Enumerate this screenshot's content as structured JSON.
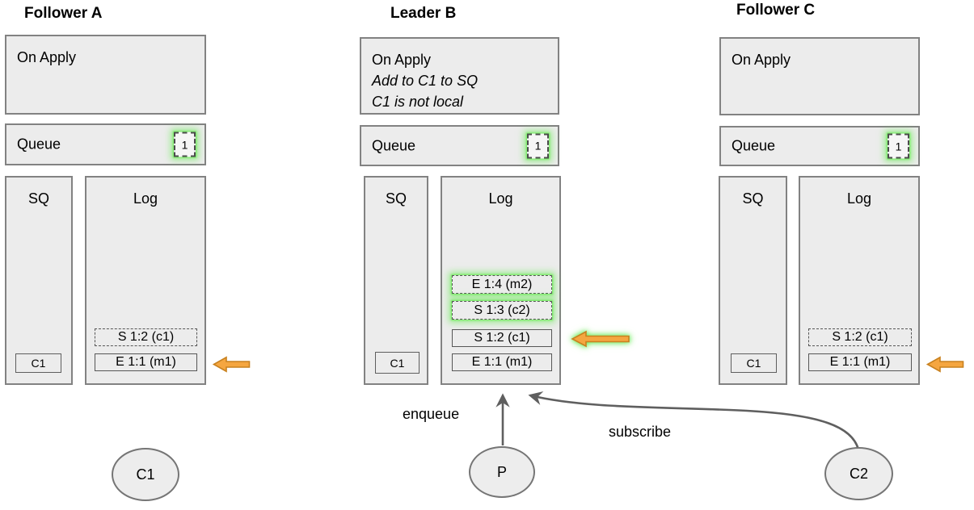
{
  "palette": {
    "box_fill": "#ececec",
    "box_border": "#828282",
    "entry_border": "#565656",
    "glow_green": "#6eeb5a",
    "arrow_orange_fill": "#f5a640",
    "arrow_orange_border": "#c8811f",
    "wire_gray": "#5f5f5f"
  },
  "columns": [
    {
      "title": "Follower A",
      "on_apply": {
        "lines": [
          "On Apply"
        ]
      },
      "queue": {
        "label": "Queue",
        "count": "1"
      },
      "sq": {
        "label": "SQ",
        "item": "C1"
      },
      "log": {
        "label": "Log",
        "entries": [
          {
            "text": "S 1:2 (c1)",
            "border": "dashed",
            "glow": false
          },
          {
            "text": "E 1:1 (m1)",
            "border": "solid",
            "glow": false
          }
        ]
      },
      "pointer": {
        "icon": "orange-arrow-left",
        "glow": false,
        "points_at": "E 1:1 (m1)"
      }
    },
    {
      "title": "Leader B",
      "on_apply": {
        "lines": [
          "On Apply",
          "Add to C1 to SQ",
          "C1 is not local"
        ]
      },
      "queue": {
        "label": "Queue",
        "count": "1"
      },
      "sq": {
        "label": "SQ",
        "item": "C1"
      },
      "log": {
        "label": "Log",
        "entries": [
          {
            "text": "E 1:4 (m2)",
            "border": "dashed",
            "glow": true
          },
          {
            "text": "S 1:3 (c2)",
            "border": "dashed",
            "glow": true
          },
          {
            "text": "S 1:2 (c1)",
            "border": "solid",
            "glow": false
          },
          {
            "text": "E 1:1 (m1)",
            "border": "solid",
            "glow": false
          }
        ]
      },
      "pointer": {
        "icon": "orange-arrow-left",
        "glow": true,
        "points_at": "S 1:2 (c1)"
      }
    },
    {
      "title": "Follower C",
      "on_apply": {
        "lines": [
          "On Apply"
        ]
      },
      "queue": {
        "label": "Queue",
        "count": "1"
      },
      "sq": {
        "label": "SQ",
        "item": "C1"
      },
      "log": {
        "label": "Log",
        "entries": [
          {
            "text": "S 1:2 (c1)",
            "border": "dashed",
            "glow": false
          },
          {
            "text": "E 1:1 (m1)",
            "border": "solid",
            "glow": false
          }
        ]
      },
      "pointer": {
        "icon": "orange-arrow-left",
        "glow": false,
        "points_at": "E 1:1 (m1)"
      }
    }
  ],
  "actors": [
    {
      "label": "C1"
    },
    {
      "label": "P"
    },
    {
      "label": "C2"
    }
  ],
  "edges": [
    {
      "label": "enqueue",
      "from": "P",
      "to": "Leader B Log"
    },
    {
      "label": "subscribe",
      "from": "C2",
      "to": "Leader B Log"
    }
  ]
}
